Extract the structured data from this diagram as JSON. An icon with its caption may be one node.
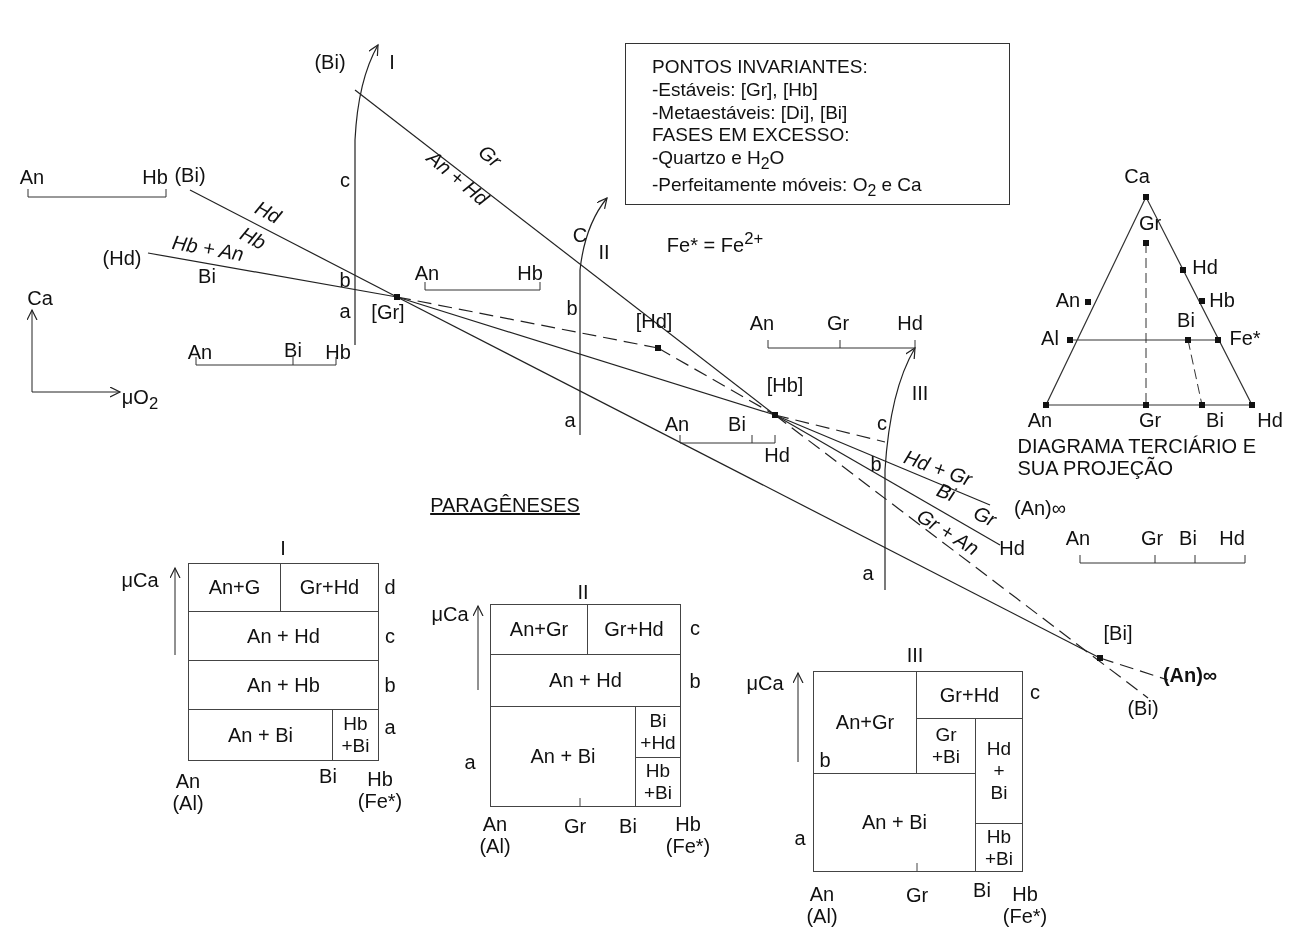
{
  "diagram": {
    "nodes": [
      {
        "text": [
          "PONTOS INVARIANTES:",
          "-Estáveis: [Gr], [Hb]",
          "-Metaestáveis: [Di], [Bi]",
          "FASES EM EXCESSO:",
          "-Quartzo e H$_{2}$O",
          "-Perfeitamente móveis: O$_{2}$ e Ca"
        ]
      },
      {
        "text": [
          "An+G"
        ]
      },
      {
        "text": [
          "Gr+Hd"
        ]
      },
      {
        "text": [
          "An + Hd"
        ]
      },
      {
        "text": [
          "An + Hb"
        ]
      },
      {
        "text": [
          "An + Bi"
        ]
      },
      {
        "text": [
          "Hb +Bi"
        ]
      },
      {
        "text": [
          "An+Gr"
        ]
      },
      {
        "text": [
          "Gr+Hd"
        ]
      },
      {
        "text": [
          "An + Hd"
        ]
      },
      {
        "text": [
          "An + Bi"
        ]
      },
      {
        "text": [
          "Bi +Hd"
        ]
      },
      {
        "text": [
          "Hb +Bi"
        ]
      },
      {
        "text": [
          "An+Gr"
        ]
      },
      {
        "text": [
          "Gr+Hd"
        ]
      },
      {
        "text": [
          "Gr +Bi"
        ]
      },
      {
        "text": [
          "Hd + Bi"
        ]
      },
      {
        "text": [
          "An + Bi"
        ]
      },
      {
        "text": [
          "Hb +Bi"
        ]
      }
    ],
    "labels": [
      "(Bi)",
      "I",
      "An",
      "Hb",
      "(Bi)",
      "c",
      "An + Hd",
      "Gr",
      "Hd",
      "Hb",
      "Hb + An",
      "(Hd)",
      "Bi",
      "C",
      "II",
      "Fe* = Fe$^{2+}$",
      "An",
      "Hb",
      "b",
      "Ca",
      "a",
      "[Gr]",
      "b",
      "[Hd]",
      "An",
      "Gr",
      "Hd",
      "An",
      "Bi",
      "Hb",
      "[Hb]",
      "III",
      "μO$_{2}$",
      "a",
      "An",
      "Bi",
      "c",
      "Hd",
      "Hd + Gr",
      "b",
      "Bi",
      "Gr",
      "(An)∞",
      "Gr + An",
      "Hd",
      "PARAGÊNESES",
      "An",
      "Gr",
      "Bi",
      "Hd",
      "a",
      "[Bi]",
      "(An)∞",
      "(Bi)",
      "Ca",
      "Gr",
      "Hd",
      "An",
      "Hb",
      "Bi",
      "Al",
      "Fe*",
      "An",
      "Gr",
      "Bi",
      "Hd",
      "DIAGRAMA TERCIÁRIO E SUA PROJEÇÃO",
      "μCa",
      "I",
      "d",
      "c",
      "b",
      "a",
      "An (Al)",
      "Bi",
      "Hb (Fe*)",
      "μCa",
      "II",
      "c",
      "b",
      "a",
      "An (Al)",
      "Gr",
      "Bi",
      "Hb (Fe*)",
      "μCa",
      "III",
      "c",
      "b",
      "a",
      "An (Al)",
      "Gr",
      "Bi",
      "Hb (Fe*)"
    ]
  }
}
